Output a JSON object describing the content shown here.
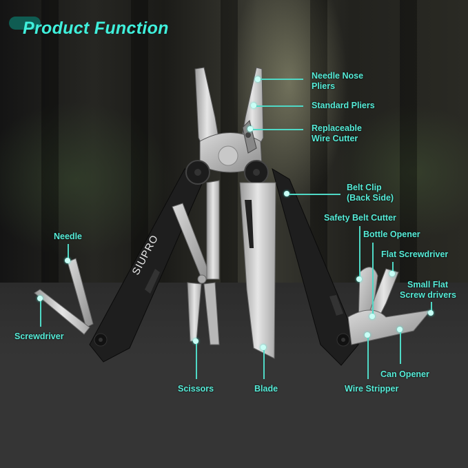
{
  "header": {
    "title": "Product Function",
    "accent_color": "#3ff0dc",
    "pill_color": "#0f5c52"
  },
  "product": {
    "brand_mark": "SIUPRO",
    "description": "Black multitool with pliers and folding implements"
  },
  "labels": [
    {
      "id": "needle-nose-pliers",
      "text": "Needle Nose Pliers",
      "line1": "Needle Nose",
      "line2": "Pliers"
    },
    {
      "id": "standard-pliers",
      "text": "Standard Pliers"
    },
    {
      "id": "replaceable-wire-cutter",
      "text": "Replaceable Wire Cutter",
      "line1": "Replaceable",
      "line2": "Wire Cutter"
    },
    {
      "id": "belt-clip",
      "text": "Belt Clip (Back Side)",
      "line1": "Belt Clip",
      "line2": "(Back Side)"
    },
    {
      "id": "safety-belt-cutter",
      "text": "Safety Belt Cutter"
    },
    {
      "id": "bottle-opener",
      "text": "Bottle Opener"
    },
    {
      "id": "flat-screwdriver",
      "text": "Flat Screwdriver"
    },
    {
      "id": "small-flat-screw-drivers",
      "text": "Small Flat Screw drivers",
      "line1": "Small Flat",
      "line2": "Screw drivers"
    },
    {
      "id": "can-opener",
      "text": "Can Opener"
    },
    {
      "id": "wire-stripper",
      "text": "Wire Stripper"
    },
    {
      "id": "blade",
      "text": "Blade"
    },
    {
      "id": "scissors",
      "text": "Scissors"
    },
    {
      "id": "screwdriver",
      "text": "Screwdriver"
    },
    {
      "id": "needle",
      "text": "Needle"
    }
  ],
  "colors": {
    "label": "#56ecd8",
    "leader_line": "#4fd9c6",
    "background_floor": "#353535"
  }
}
